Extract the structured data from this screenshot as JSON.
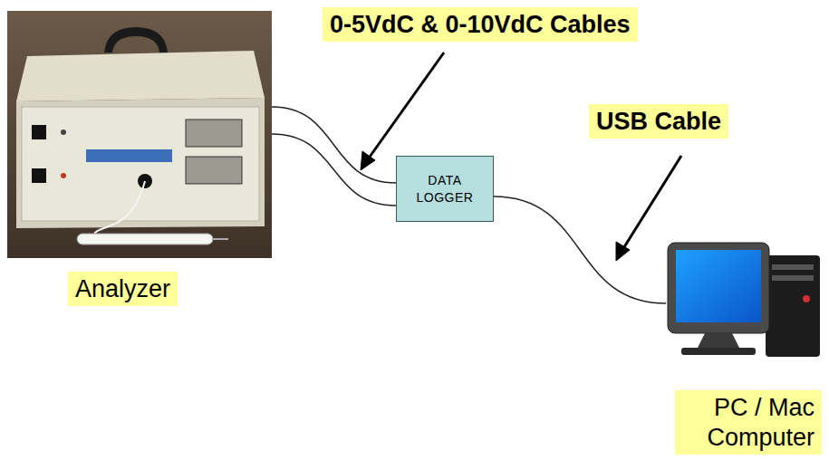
{
  "diagram": {
    "nodes": [
      {
        "text": [
          "Analyzer"
        ]
      },
      {
        "text": [
          "0-5VdC & 0-10VdC Cables"
        ]
      },
      {
        "text": [
          "DATA LOGGER"
        ]
      },
      {
        "text": [
          "USB Cable"
        ]
      },
      {
        "text": [
          "PC / Mac Computer"
        ]
      }
    ],
    "edges": [
      {
        "from": 0,
        "to": 2,
        "arrow": "none"
      },
      {
        "from": 0,
        "to": 2,
        "arrow": "none"
      },
      {
        "from": 2,
        "to": 4,
        "arrow": "none"
      }
    ]
  }
}
